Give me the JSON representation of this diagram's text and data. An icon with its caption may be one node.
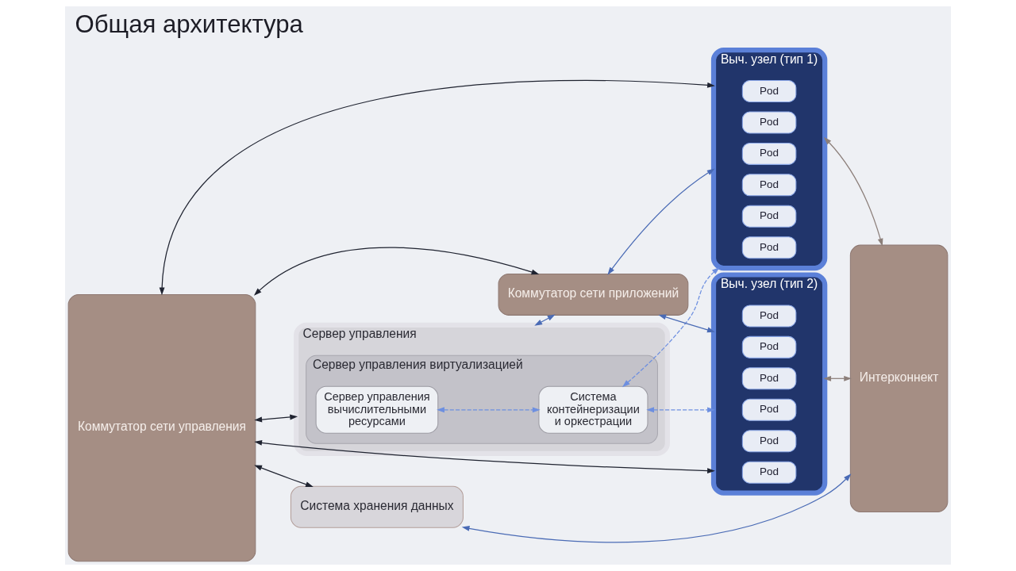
{
  "diagram": {
    "title": "Общая архитектура",
    "nodes": [
      {
        "text": [
          "Коммутатор сети управления"
        ]
      },
      {
        "text": [
          "Сервер управления"
        ]
      },
      {
        "text": [
          "Сервер управления виртуализацией"
        ],
        "in": 1
      },
      {
        "text": [
          "Сервер управления вычислительными ресурсами"
        ],
        "in": 2
      },
      {
        "text": [
          "Система контейнеризации и оркестрации"
        ],
        "in": 2
      },
      {
        "text": [
          "Выч. узел (тип 1)"
        ]
      },
      {
        "text": [
          "Pod"
        ],
        "in": 5
      },
      {
        "text": [
          "Pod"
        ],
        "in": 5
      },
      {
        "text": [
          "Pod"
        ],
        "in": 5
      },
      {
        "text": [
          "Pod"
        ],
        "in": 5
      },
      {
        "text": [
          "Pod"
        ],
        "in": 5
      },
      {
        "text": [
          "Pod"
        ],
        "in": 5
      },
      {
        "text": [
          "Выч. узел (тип 2)"
        ]
      },
      {
        "text": [
          "Pod"
        ],
        "in": 12
      },
      {
        "text": [
          "Pod"
        ],
        "in": 12
      },
      {
        "text": [
          "Pod"
        ],
        "in": 12
      },
      {
        "text": [
          "Pod"
        ],
        "in": 12
      },
      {
        "text": [
          "Pod"
        ],
        "in": 12
      },
      {
        "text": [
          "Pod"
        ],
        "in": 12
      },
      {
        "text": [
          "Интерконнект"
        ]
      },
      {
        "text": [
          "Коммутатор сети приложений"
        ]
      },
      {
        "text": [
          "Система хранения данных"
        ]
      }
    ],
    "edges": [
      {
        "from": 0,
        "to": 5,
        "arrow": "both"
      },
      {
        "from": 0,
        "to": 1,
        "arrow": "both"
      },
      {
        "from": 3,
        "to": 4,
        "arrow": "both",
        "style": "dashed",
        "color": "#6d8fe0"
      },
      {
        "from": 4,
        "to": 5,
        "arrow": "both",
        "style": "dashed",
        "color": "#6d8fe0"
      },
      {
        "from": 4,
        "to": 12,
        "arrow": "both",
        "style": "dashed",
        "color": "#6d8fe0"
      },
      {
        "from": 0,
        "to": 12,
        "arrow": "both"
      },
      {
        "from": 1,
        "to": 20,
        "arrow": "both",
        "color": "#4a6bb5"
      },
      {
        "from": 20,
        "to": 12,
        "arrow": "both",
        "color": "#4a6bb5"
      },
      {
        "from": 20,
        "to": 5,
        "arrow": "both",
        "color": "#4a6bb5"
      },
      {
        "from": 5,
        "to": 19,
        "arrow": "both",
        "color": "#8c7f7a"
      },
      {
        "from": 12,
        "to": 19,
        "arrow": "both",
        "color": "#8c7f7a"
      },
      {
        "from": 21,
        "to": 19,
        "arrow": "both",
        "color": "#4a6bb5"
      },
      {
        "from": 0,
        "to": 21,
        "arrow": "both"
      },
      {
        "from": 0,
        "to": 20,
        "arrow": "both"
      }
    ]
  }
}
